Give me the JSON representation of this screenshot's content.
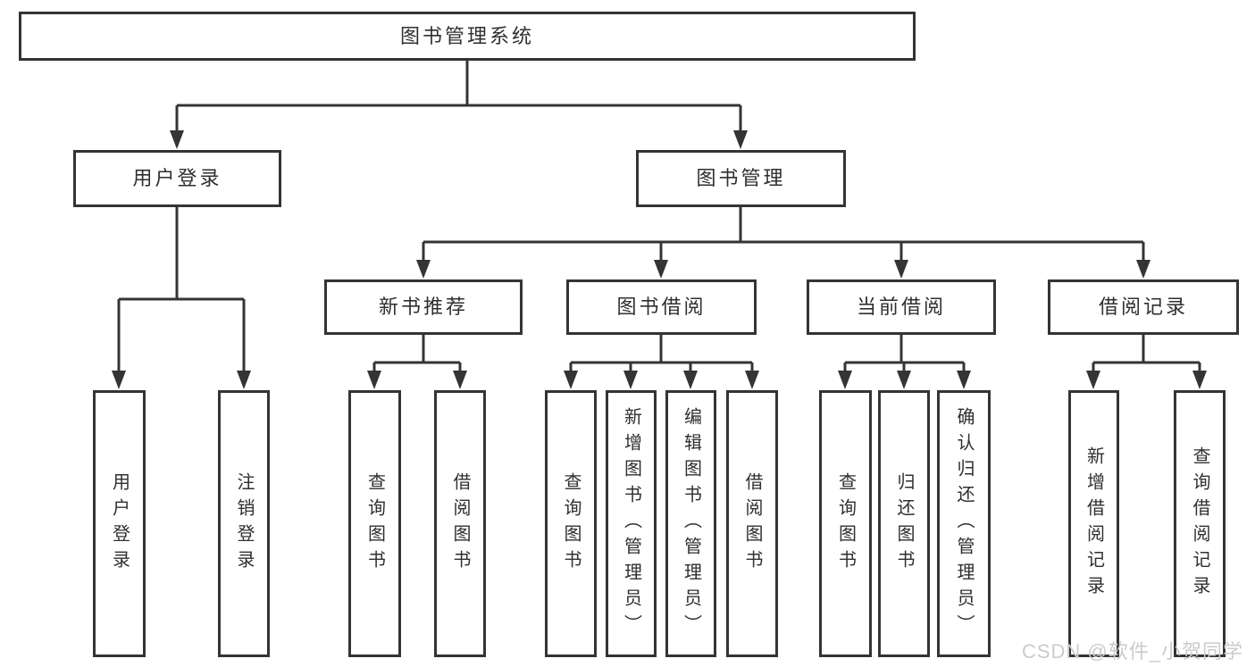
{
  "diagram_title": "图书管理系统",
  "colors": {
    "line": "#343434",
    "box_border": "#343434",
    "text": "#2f2f2f",
    "background": "#ffffff",
    "watermark": "#cbcbcb"
  },
  "tree": {
    "root": {
      "label": "图书管理系统",
      "children": [
        {
          "label": "用户登录",
          "children": [
            {
              "label": "用户登录"
            },
            {
              "label": "注销登录"
            }
          ]
        },
        {
          "label": "图书管理",
          "children": [
            {
              "label": "新书推荐",
              "children": [
                {
                  "label": "查询图书"
                },
                {
                  "label": "借阅图书"
                }
              ]
            },
            {
              "label": "图书借阅",
              "children": [
                {
                  "label": "查询图书"
                },
                {
                  "label": "新增图书（管理员）"
                },
                {
                  "label": "编辑图书（管理员）"
                },
                {
                  "label": "借阅图书"
                }
              ]
            },
            {
              "label": "当前借阅",
              "children": [
                {
                  "label": "查询图书"
                },
                {
                  "label": "归还图书"
                },
                {
                  "label": "确认归还（管理员）"
                }
              ]
            },
            {
              "label": "借阅记录",
              "children": [
                {
                  "label": "新增借阅记录"
                },
                {
                  "label": "查询借阅记录"
                }
              ]
            }
          ]
        }
      ]
    }
  },
  "watermark": {
    "text": "CSDN @软件_小贺同学"
  }
}
